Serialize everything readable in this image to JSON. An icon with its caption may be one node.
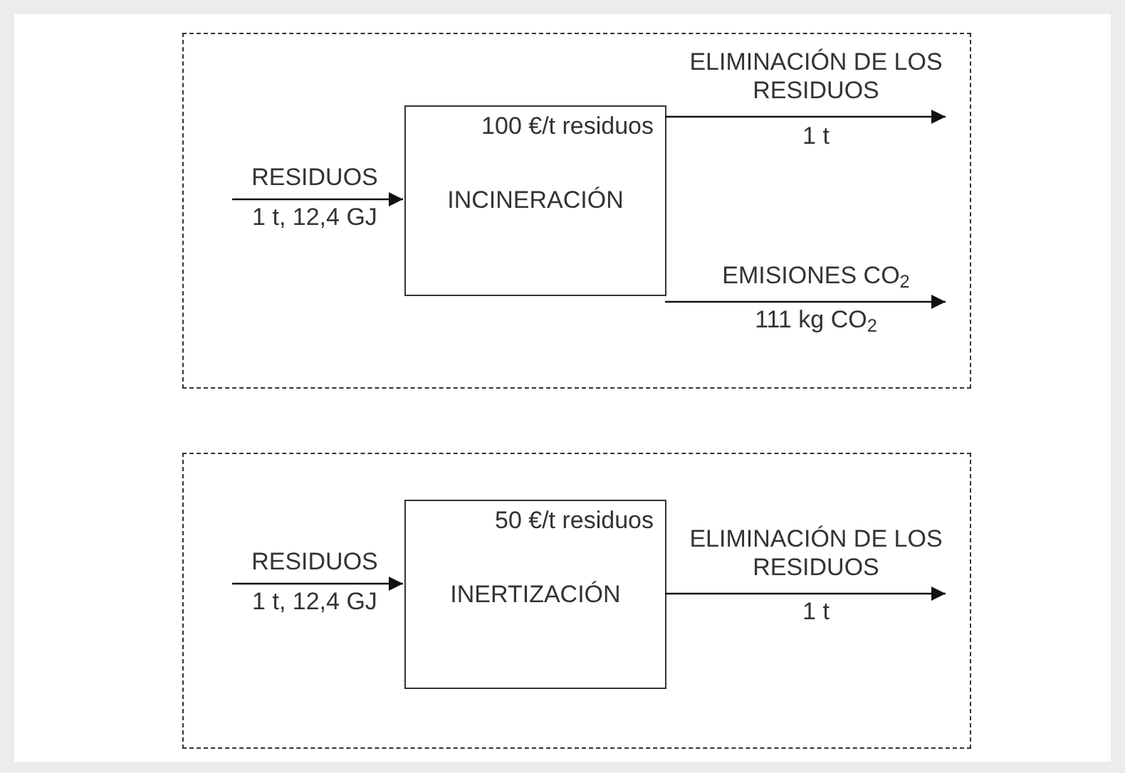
{
  "diagram": {
    "nodes": [
      {
        "text": [],
        "shape": "box"
      },
      {
        "text": [
          "100 €/t residuos",
          "INCINERACIÓN"
        ],
        "in": 0
      },
      {
        "text": [],
        "shape": "box"
      },
      {
        "text": [
          "50 €/t residuos",
          "INERTIZACIÓN"
        ],
        "in": 2
      }
    ],
    "edges": [
      {
        "from": null,
        "to": 1,
        "arrow": "to",
        "label": "RESIDUOS"
      },
      {
        "from": 1,
        "to": null,
        "arrow": "to",
        "label": "ELIMINACIÓN DE LOS RESIDUOS"
      },
      {
        "from": 1,
        "to": null,
        "arrow": "to",
        "label": "EMISIONES CO$_{2}$"
      },
      {
        "from": null,
        "to": 3,
        "arrow": "to",
        "label": "RESIDUOS"
      },
      {
        "from": 3,
        "to": null,
        "arrow": "to",
        "label": "ELIMINACIÓN DE LOS RESIDUOS"
      }
    ],
    "labels": [
      "1 t, 12,4 GJ",
      "1 t",
      "111 kg CO$_{2}$",
      "1 t, 12,4 GJ",
      "1 t"
    ]
  }
}
